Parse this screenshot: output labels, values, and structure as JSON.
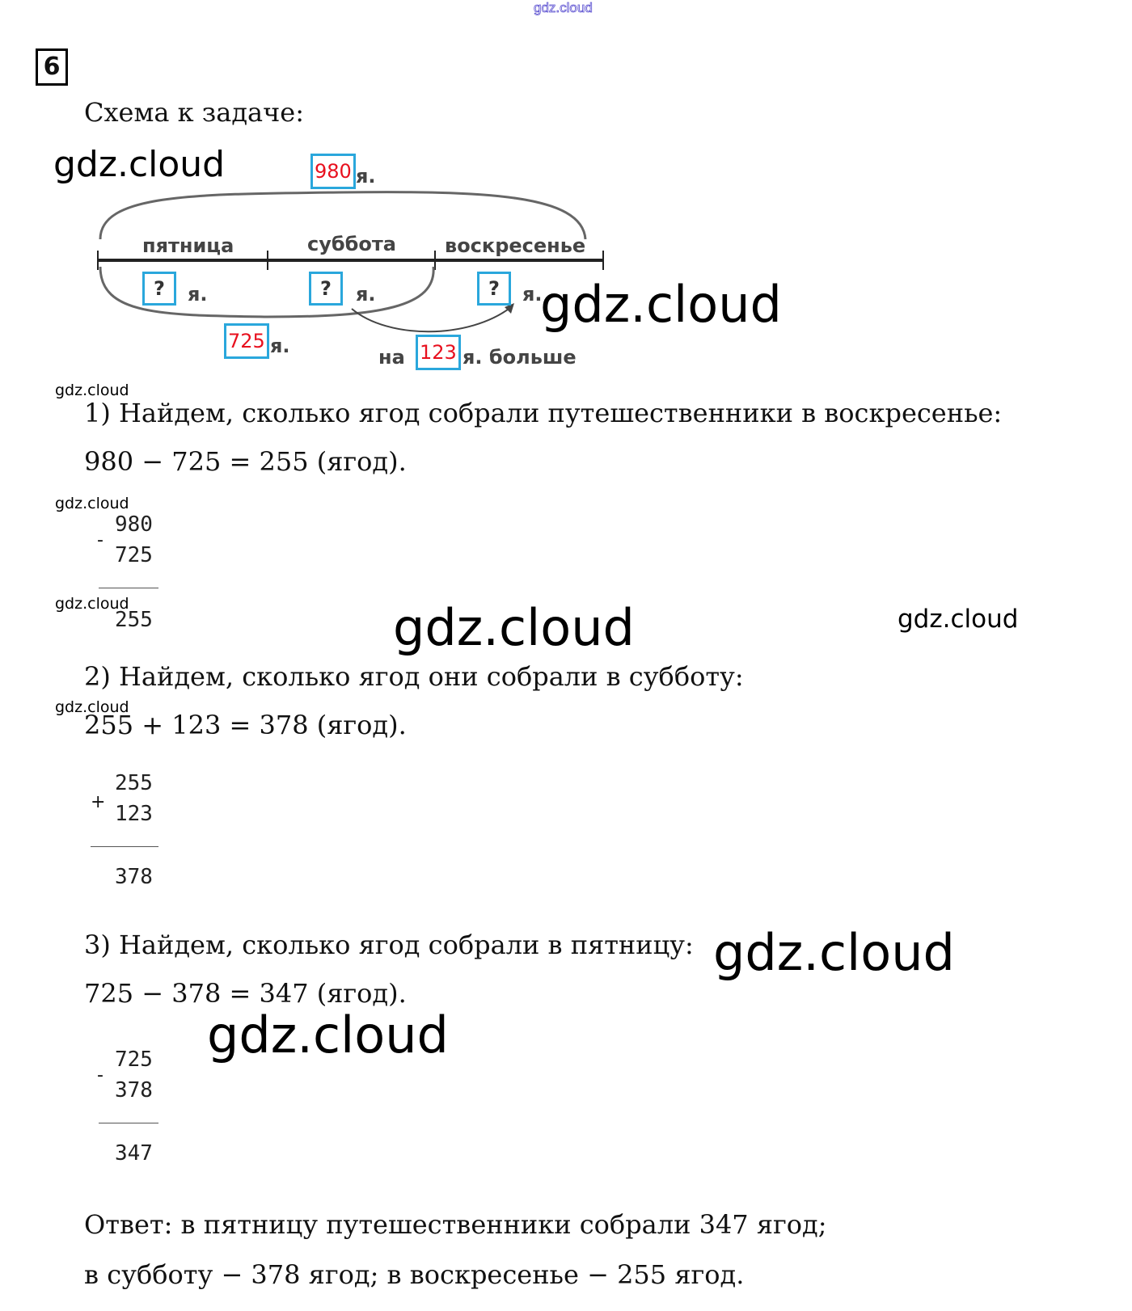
{
  "watermark": "gdz.cloud",
  "task_number": "6",
  "scheme_title": "Схема к задаче:",
  "diagram": {
    "total": "980",
    "total_unit": "я.",
    "segments": [
      "пятница",
      "суббота",
      "воскресенье"
    ],
    "unknown": "?",
    "unit": "я.",
    "fri_sat": "725",
    "fri_sat_unit": "я.",
    "diff_prefix": "на",
    "diff": "123",
    "diff_suffix": "я. больше"
  },
  "steps": [
    {
      "text": "1) Найдем, сколько ягод собрали путешественники в воскресенье:",
      "eq": "980 − 725 = 255 (ягод).",
      "op": "-",
      "a": "980",
      "b": "725",
      "r": "255"
    },
    {
      "text": "2) Найдем, сколько ягод они собрали в субботу:",
      "eq": "255 + 123 = 378 (ягод).",
      "op": "+",
      "a": "255",
      "b": "123",
      "r": "378"
    },
    {
      "text": "3) Найдем, сколько ягод собрали в пятницу:",
      "eq": "725 − 378 = 347 (ягод).",
      "op": "-",
      "a": "725",
      "b": "378",
      "r": "347"
    }
  ],
  "answer": [
    "Ответ: в пятницу путешественники собрали 347 ягод;",
    "в субботу − 378 ягод; в воскресенье − 255 ягод."
  ]
}
